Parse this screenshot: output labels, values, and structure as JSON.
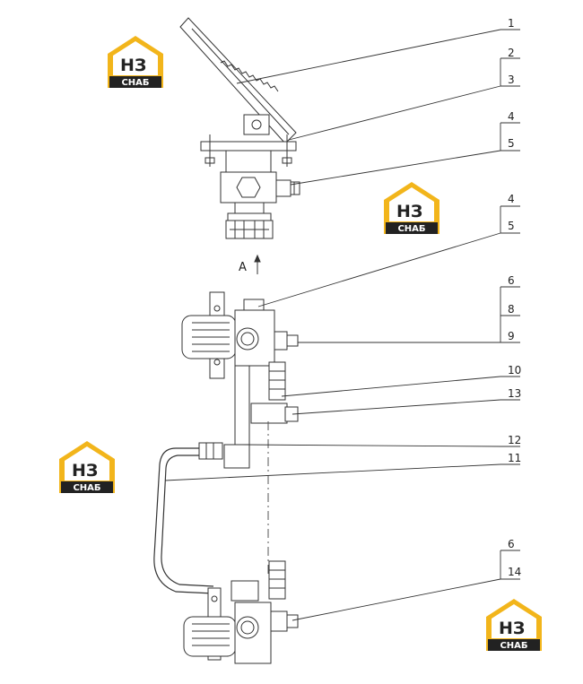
{
  "view_label": "A",
  "callouts": [
    "1",
    "2",
    "3",
    "4",
    "5",
    "4",
    "5",
    "6",
    "8",
    "9",
    "10",
    "13",
    "12",
    "11",
    "6",
    "14"
  ],
  "logo": {
    "mark": "НЗ",
    "word": "СНАБ",
    "colors": {
      "house": "#f2b51b",
      "dark": "#222222",
      "white": "#ffffff"
    }
  },
  "colors": {
    "line": "#333333",
    "leader": "#333333",
    "background": "#ffffff"
  }
}
